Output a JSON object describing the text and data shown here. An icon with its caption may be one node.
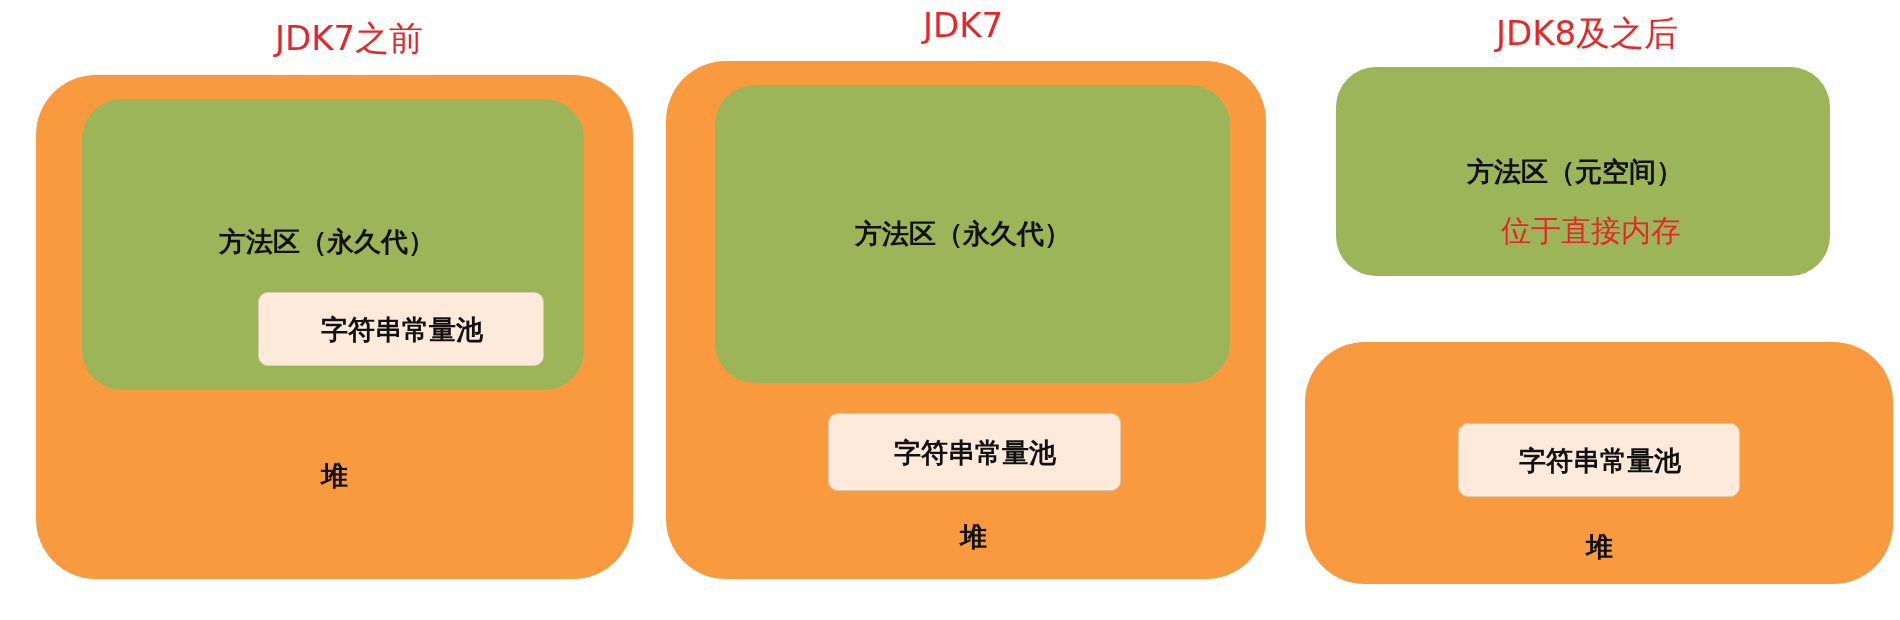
{
  "diagram": {
    "nodes": [
      {
        "text": [
          "堆"
        ]
      },
      {
        "text": [
          "方法区（永久代）"
        ],
        "in": 0
      },
      {
        "text": [
          "字符串常量池"
        ],
        "in": 1
      },
      {
        "text": [
          "堆"
        ]
      },
      {
        "text": [
          "方法区（永久代）"
        ],
        "in": 3
      },
      {
        "text": [
          "字符串常量池"
        ],
        "in": 3
      },
      {
        "text": [
          "方法区（元空间）",
          "位于直接内存"
        ]
      },
      {
        "text": [
          "堆"
        ]
      },
      {
        "text": [
          "字符串常量池"
        ],
        "in": 7
      }
    ],
    "labels": [
      "JDK7之前",
      "JDK7",
      "JDK8及之后"
    ]
  }
}
